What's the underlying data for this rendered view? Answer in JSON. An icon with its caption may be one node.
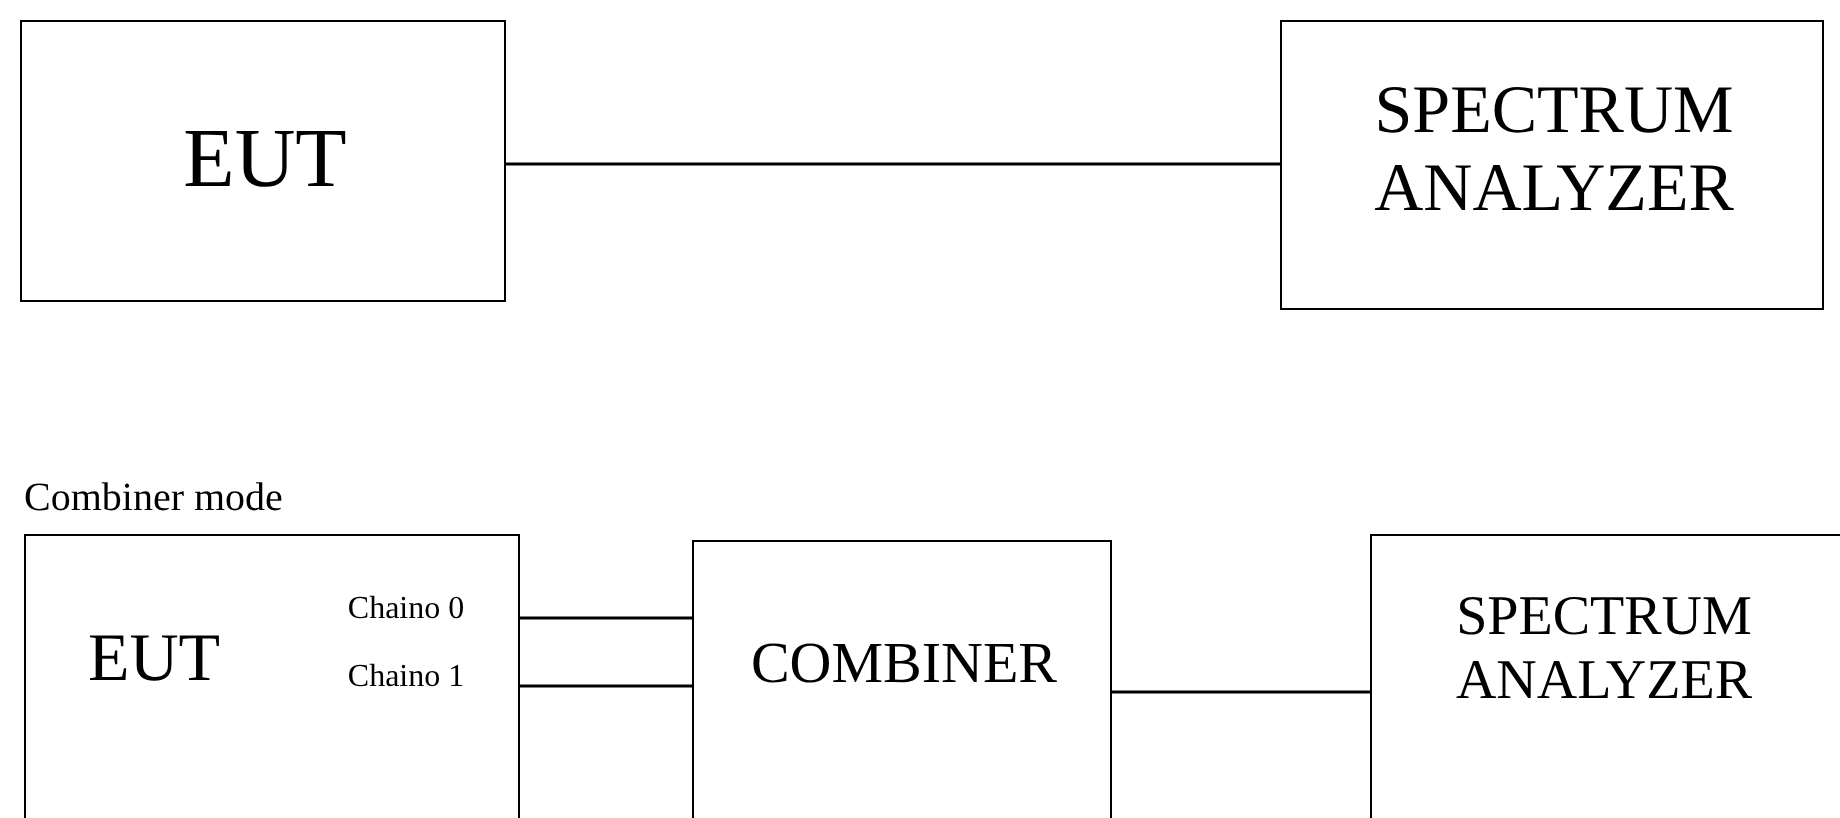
{
  "diagram": {
    "nodes": [
      {
        "text": [
          "EUT"
        ]
      },
      {
        "text": [
          "SPECTRUM ANALYZER"
        ]
      },
      {
        "text": [
          "EUT",
          "Chaino 0",
          "Chaino 1"
        ]
      },
      {
        "text": [
          "COMBINER"
        ]
      },
      {
        "text": [
          "SPECTRUM ANALYZER"
        ]
      }
    ],
    "edges": [
      {
        "from": 0,
        "to": 1,
        "arrow": "none"
      },
      {
        "from": 2,
        "to": 3,
        "arrow": "none"
      },
      {
        "from": 2,
        "to": 3,
        "arrow": "none"
      },
      {
        "from": 3,
        "to": 4,
        "arrow": "none"
      }
    ],
    "labels": [
      "Combiner mode"
    ]
  }
}
